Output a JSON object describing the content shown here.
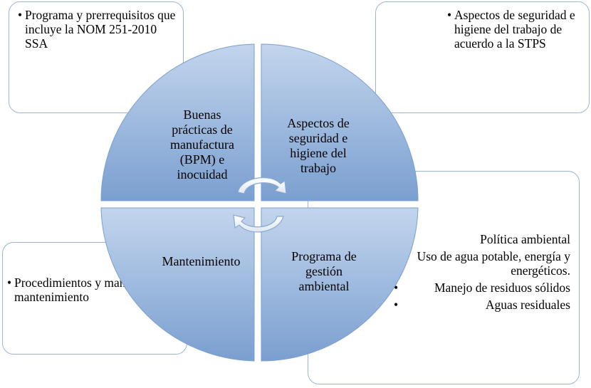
{
  "quadrants": {
    "top_left": "Buenas prácticas de manufactura (BPM) e inocuidad",
    "top_right": "Aspectos de seguridad e higiene del trabajo",
    "bottom_left": "Mantenimiento",
    "bottom_right": "Programa de gestión ambiental"
  },
  "boxes": {
    "top_left": [
      "Programa y prerrequisitos que incluye la NOM 251-2010 SSA"
    ],
    "top_right": [
      "Aspectos de seguridad e higiene del trabajo de acuerdo a la STPS"
    ],
    "bottom_left": [
      "Procedimientos y manual de mantenimiento"
    ],
    "bottom_right": [
      "Política ambiental",
      "Uso de agua potable, energía y energéticos.",
      "Manejo de residuos sólidos",
      "Aguas residuales"
    ]
  },
  "colors": {
    "quadrant_fill_light": "#c3d5ed",
    "quadrant_fill_dark": "#7a9fd0",
    "quadrant_border": "#ffffff",
    "box_border": "#9db4d3"
  },
  "icons": [
    "circular-arrows-icon"
  ]
}
